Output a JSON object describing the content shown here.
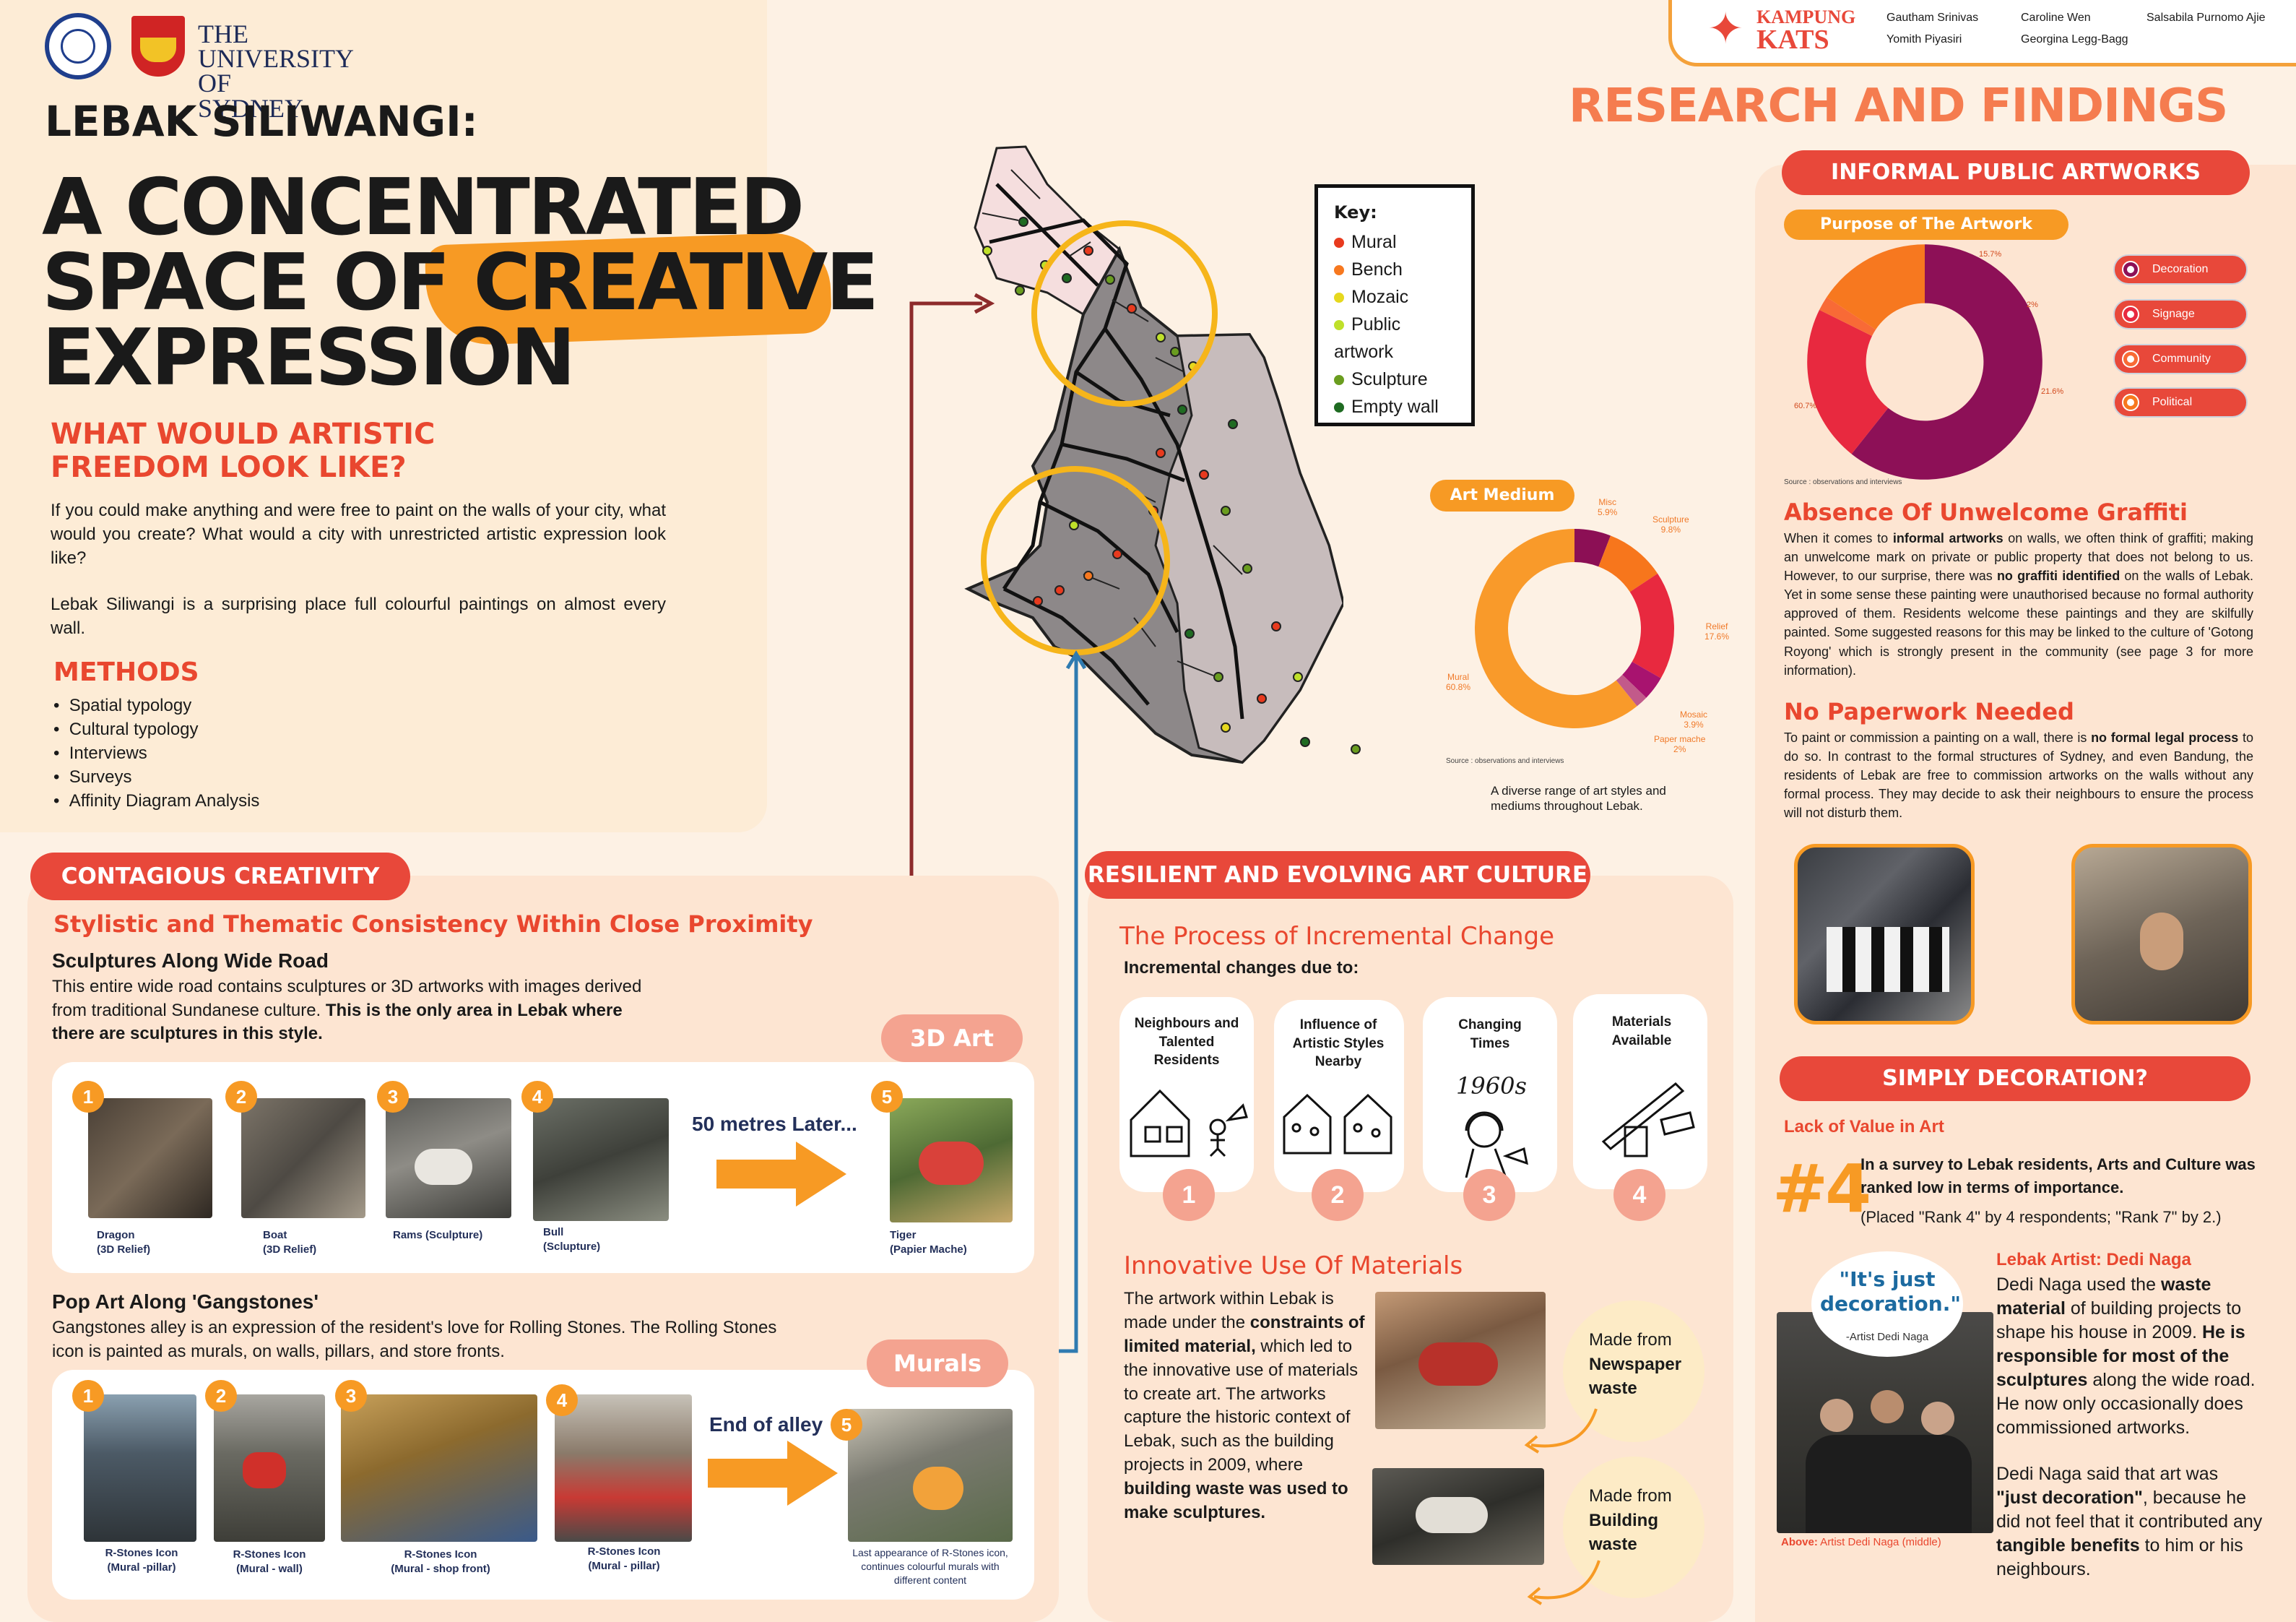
{
  "header": {
    "university": "THE UNIVERSITY OF SYDNEY",
    "team_logo_top": "KAMPUNG",
    "team_logo_bottom": "KATS",
    "authors": [
      "Gautham Srinivas",
      "Caroline Wen",
      "Salsabila Purnomo Ajie",
      "Yomith Piyasiri",
      "Georgina Legg-Bagg"
    ]
  },
  "intro": {
    "kicker": "LEBAK SILIWANGI:",
    "title_line1": "A CONCENTRATED",
    "title_line2a": "SPACE OF ",
    "title_line2b": "CREATIVE",
    "title_line3": "EXPRESSION",
    "question_line1": "WHAT WOULD ARTISTIC",
    "question_line2": "FREEDOM LOOK LIKE?",
    "para1": "If you could make anything and were free to paint on the walls of your city, what would you create? What would a city with unrestricted artistic expression look like?",
    "para2": "Lebak Siliwangi is a surprising place full colourful paintings on almost every wall.",
    "methods_title": "METHODS",
    "methods": [
      "Spatial typology",
      "Cultural typology",
      "Interviews",
      "Surveys",
      "Affinity Diagram Analysis"
    ]
  },
  "map_key": {
    "title": "Key:",
    "items": [
      {
        "label": "Mural",
        "color": "#e83a1e"
      },
      {
        "label": "Bench",
        "color": "#f7781f"
      },
      {
        "label": "Mozaic",
        "color": "#e6d81e"
      },
      {
        "label": "Public artwork",
        "color": "#bfe02a"
      },
      {
        "label": "Sculpture",
        "color": "#6a9d1f"
      },
      {
        "label": "Empty wall",
        "color": "#1f6b22"
      }
    ]
  },
  "art_medium": {
    "label": "Art Medium",
    "source": "Source : observations and interviews",
    "caption": "A diverse range of art styles and mediums throughout Lebak.",
    "slice_labels": [
      {
        "name": "Misc",
        "pct": "5.9%"
      },
      {
        "name": "Sculpture",
        "pct": "9.8%"
      },
      {
        "name": "Relief",
        "pct": "17.6%"
      },
      {
        "name": "Mosaic",
        "pct": "3.9%"
      },
      {
        "name": "Paper mache",
        "pct": "2%"
      },
      {
        "name": "Mural",
        "pct": "60.8%"
      }
    ]
  },
  "chart_data": [
    {
      "type": "pie",
      "title": "Art Medium",
      "categories": [
        "Misc",
        "Sculpture",
        "Relief",
        "Mosaic",
        "Paper mache",
        "Mural"
      ],
      "values": [
        5.9,
        9.8,
        17.6,
        3.9,
        2,
        60.8
      ],
      "colors": [
        "#8c0f55",
        "#f7761c",
        "#e8293f",
        "#a8136f",
        "#c25a8a",
        "#f99a2a"
      ]
    },
    {
      "type": "pie",
      "title": "Purpose of The Artwork",
      "categories": [
        "Decoration",
        "Signage",
        "Community",
        "Political"
      ],
      "values": [
        60.7,
        21.6,
        2,
        15.7
      ],
      "colors": [
        "#8d1057",
        "#e8293f",
        "#f86a36",
        "#f7781f"
      ]
    }
  ],
  "research": {
    "heading": "RESEARCH AND FINDINGS",
    "informal_title": "INFORMAL PUBLIC ARTWORKS",
    "purpose_label": "Purpose of The Artwork",
    "purpose_legend": [
      "Decoration",
      "Signage",
      "Community",
      "Political"
    ],
    "purpose_pct": [
      "15.7%",
      "2%",
      "21.6%",
      "60.7%"
    ],
    "purpose_source": "Source : observations and interviews",
    "graffiti_title": "Absence Of Unwelcome Graffiti",
    "graffiti_a": "When it comes to ",
    "graffiti_b": "informal artworks",
    "graffiti_c": " on walls, we often think of graffiti; making an unwelcome mark on private or public property that does not belong to us. However, to our surprise, there was ",
    "graffiti_d": "no graffiti identified",
    "graffiti_e": " on the walls of Lebak. Yet in some sense these painting were unauthorised because no formal authority approved of them. Residents welcome these paintings and they are skilfully painted. Some suggested reasons for this may be linked to the culture of 'Gotong Royong' which is strongly present in the community (see page 3 for more information).",
    "paperwork_title": "No Paperwork Needed",
    "paperwork_a": "To paint or commission a painting on a wall, there is ",
    "paperwork_b": "no formal legal process",
    "paperwork_c": " to do so. In contrast to the formal structures of Sydney, and even Bandung, the residents of Lebak are free to commission artworks on the walls without any formal process. They may decide to ask their neighbours to ensure the process will not disturb them."
  },
  "decoration": {
    "title": "SIMPLY DECORATION?",
    "subtitle": "Lack of Value in Art",
    "rank": "#4",
    "survey_a": "In a survey to Lebak residents, Arts and Culture was ranked low in terms of importance.",
    "survey_b": "(Placed \"Rank 4\" by 4 respondents; \"Rank 7\" by 2.)",
    "quote": "\"It's just decoration.\"",
    "quote_by": "-Artist Dedi Naga",
    "photo_caption_a": "Above:",
    "photo_caption_b": " Artist Dedi Naga (middle)",
    "artist_title": "Lebak Artist: Dedi Naga",
    "artist_p1_a": "Dedi Naga used the ",
    "artist_p1_b": "waste material",
    "artist_p1_c": " of building projects to shape his house in 2009. ",
    "artist_p1_d": "He is responsible for most of the sculptures",
    "artist_p1_e": " along the wide road. He now only occasionally does commissioned artworks.",
    "artist_p2_a": "Dedi Naga said that art was ",
    "artist_p2_b": "\"just decoration\"",
    "artist_p2_c": ", because he did not feel that it contributed any ",
    "artist_p2_d": "tangible benefits",
    "artist_p2_e": " to him or his neighbours."
  },
  "contagious": {
    "title": "CONTAGIOUS CREATIVITY",
    "subtitle": "Stylistic and Thematic Consistency Within Close Proximity",
    "sculpt_title": "Sculptures Along Wide Road",
    "sculpt_a": "This entire wide road contains sculptures or 3D artworks with images derived from traditional Sundanese culture. ",
    "sculpt_b": "This is the only area in Lebak where there are sculptures in this style.",
    "tag_3d": "3D  Art",
    "later": "50 metres Later...",
    "row1": [
      {
        "n": "1",
        "cap1": "Dragon",
        "cap2": "(3D Relief)"
      },
      {
        "n": "2",
        "cap1": "Boat",
        "cap2": "(3D Relief)"
      },
      {
        "n": "3",
        "cap1": "Rams (Sculpture)",
        "cap2": ""
      },
      {
        "n": "4",
        "cap1": "Bull",
        "cap2": "(Sclupture)"
      },
      {
        "n": "5",
        "cap1": "Tiger",
        "cap2": "(Papier Mache)"
      }
    ],
    "pop_title": "Pop Art Along 'Gangstones'",
    "pop_text": "Gangstones alley is an expression of the resident's love for Rolling Stones. The Rolling Stones icon is painted as murals, on walls, pillars, and store fronts.",
    "tag_murals": "Murals",
    "end_alley": "End of alley",
    "row2": [
      {
        "n": "1",
        "cap1": "R-Stones Icon",
        "cap2": "(Mural -pillar)"
      },
      {
        "n": "2",
        "cap1": "R-Stones Icon",
        "cap2": "(Mural - wall)"
      },
      {
        "n": "3",
        "cap1": "R-Stones Icon",
        "cap2": "(Mural - shop front)"
      },
      {
        "n": "4",
        "cap1": "R-Stones Icon",
        "cap2": "(Mural - pillar)"
      },
      {
        "n": "5",
        "cap1": "Last appearance of R-Stones icon, continues colourful murals with different content",
        "cap2": ""
      }
    ]
  },
  "resilient": {
    "title": "RESILIENT AND EVOLVING ART CULTURE",
    "process_title": "The Process of Incremental Change",
    "due_to": "Incremental changes due to:",
    "cards": [
      {
        "n": "1",
        "label": "Neighbours and Talented Residents"
      },
      {
        "n": "2",
        "label": "Influence of Artistic Styles Nearby"
      },
      {
        "n": "3",
        "label": "Changing Times"
      },
      {
        "n": "4",
        "label": "Materials Available"
      }
    ],
    "card3_sketch_text": "1960s",
    "innov_title": "Innovative Use Of Materials",
    "innov_a": "The artwork within Lebak is made under the ",
    "innov_b": "constraints of limited material,",
    "innov_c": " which led to the innovative use of materials to create art. The artworks capture the historic context of Lebak, such as the building projects in 2009, where ",
    "innov_d": "building waste was used to make sculptures.",
    "made1_a": "Made from",
    "made1_b": "Newspaper waste",
    "made2_a": "Made from",
    "made2_b": "Building waste"
  }
}
